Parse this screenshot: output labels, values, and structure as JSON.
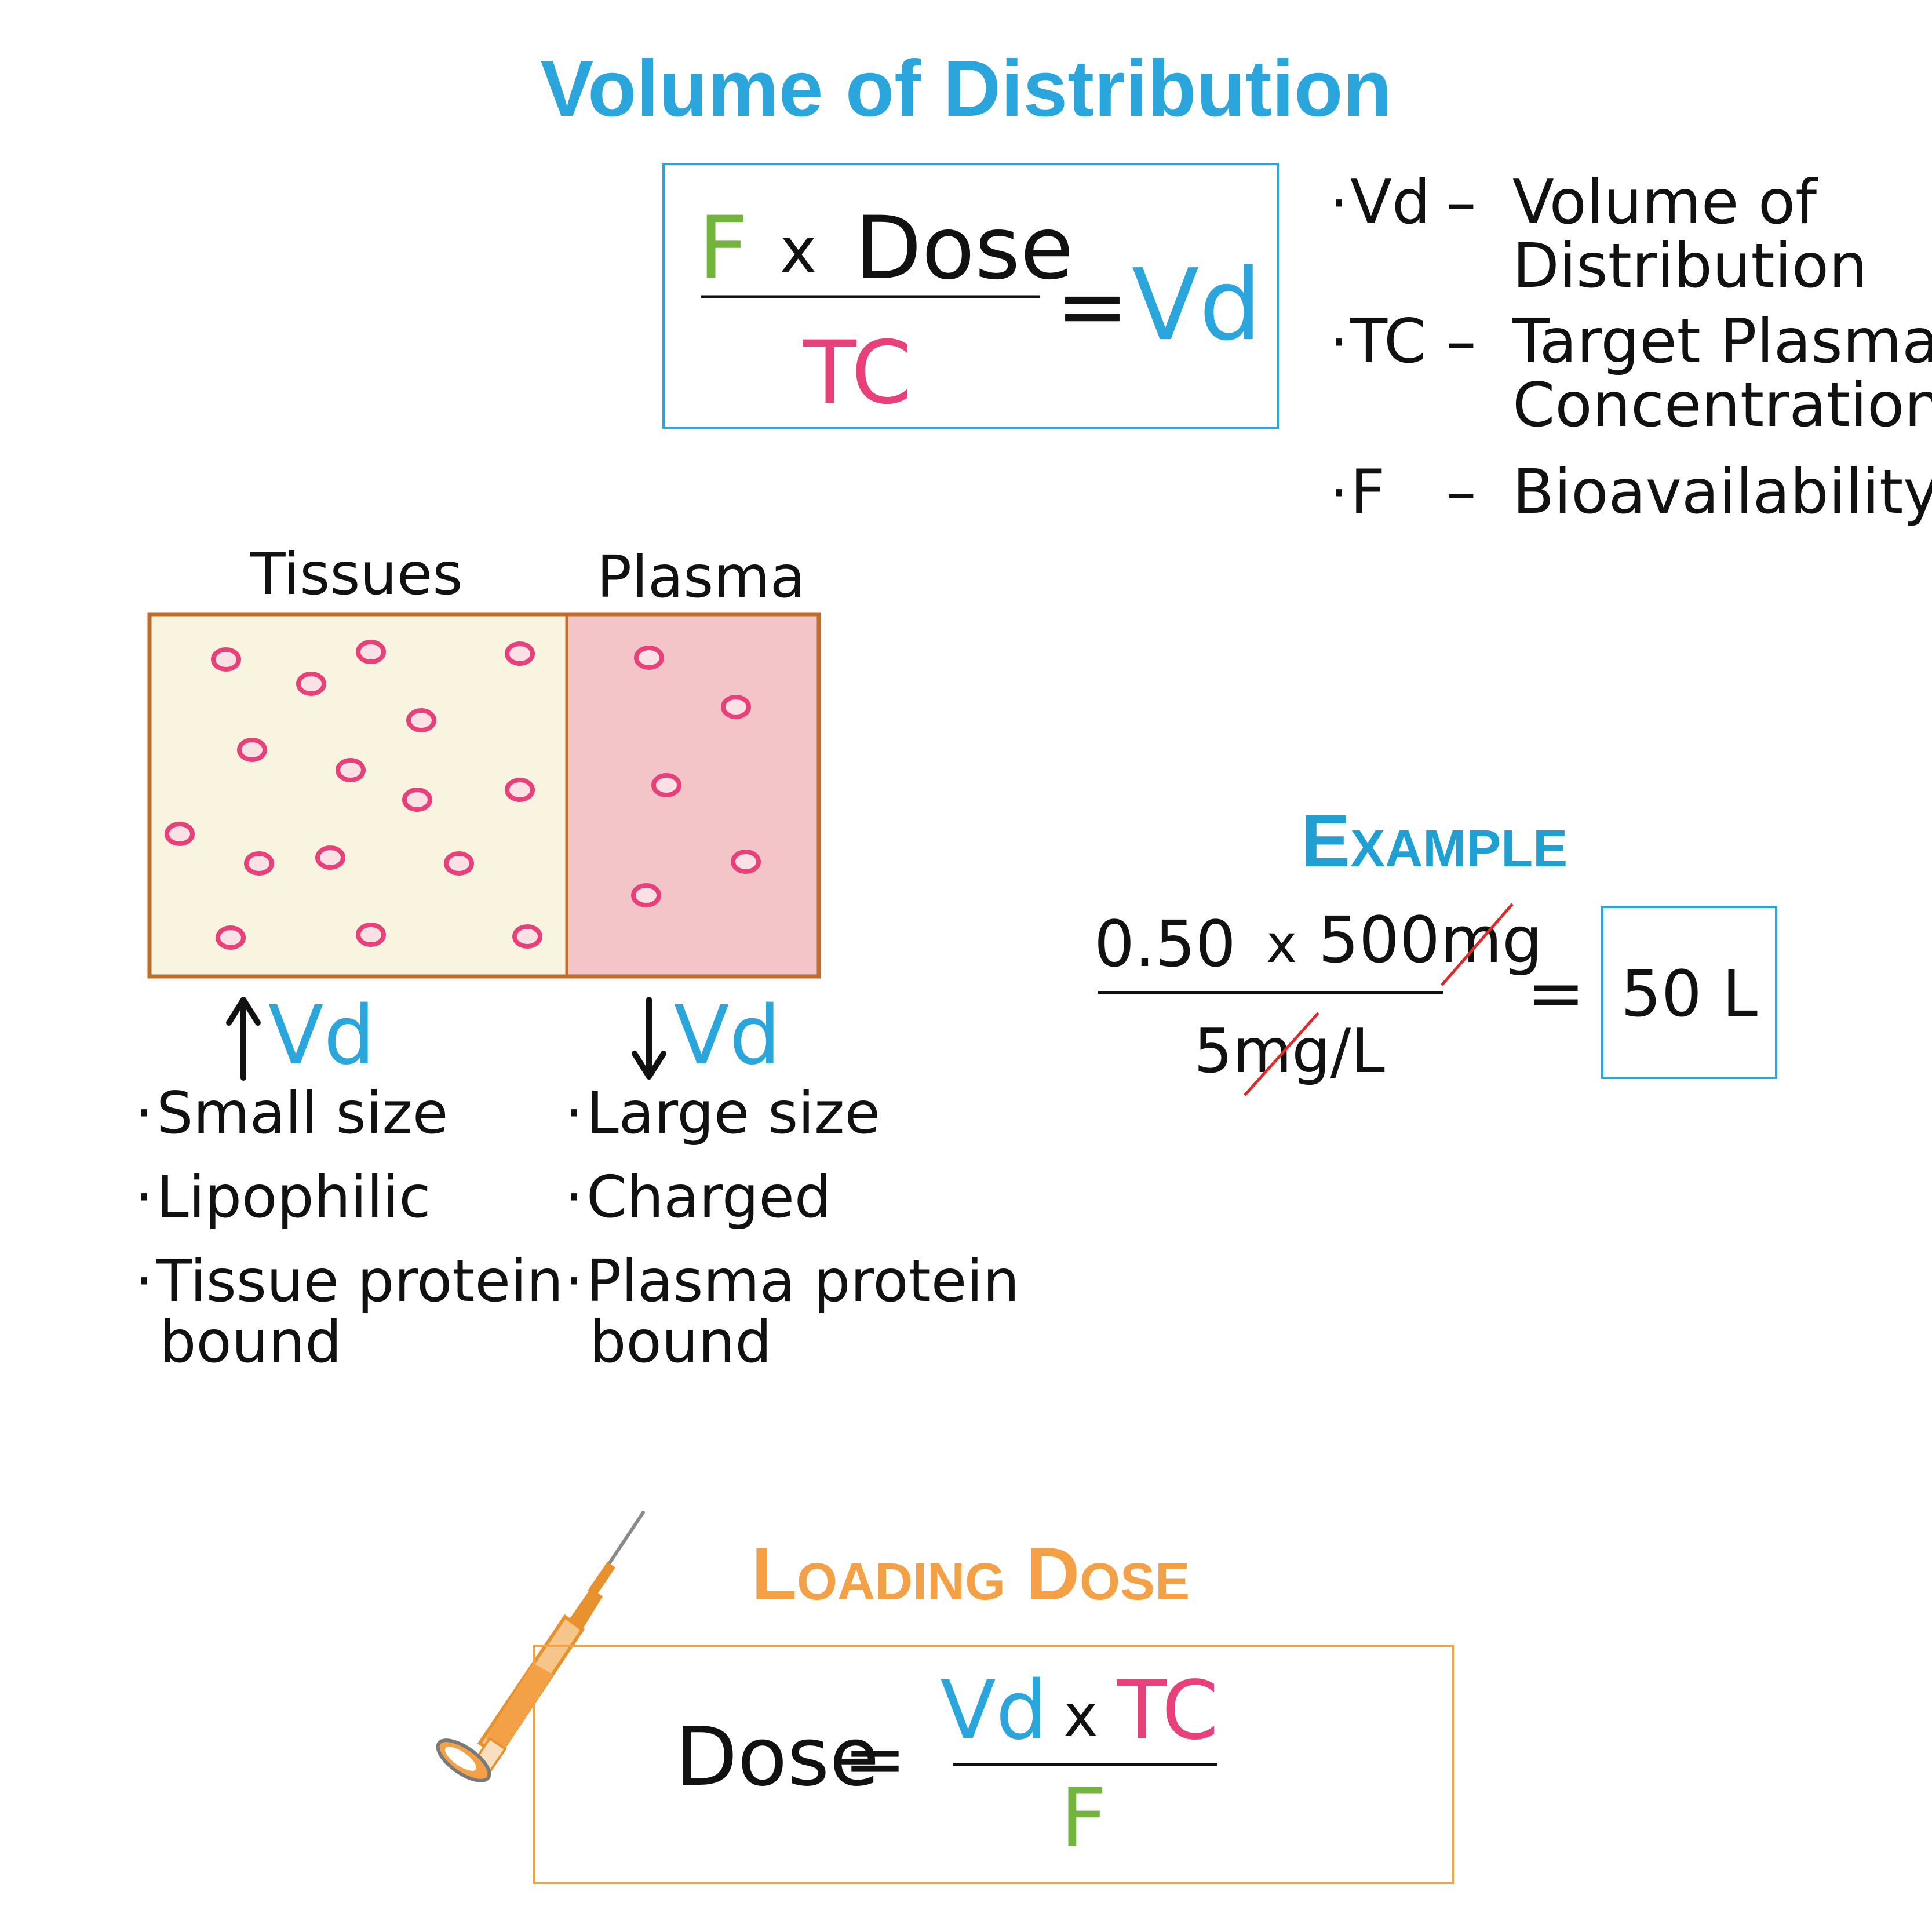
{
  "title": "Volume of Distribution",
  "formula": {
    "f": "F",
    "times": "x",
    "dose": "Dose",
    "tc": "TC",
    "equals": "=",
    "vd": "Vd"
  },
  "legend": [
    {
      "abbr": "Vd",
      "dash": "–",
      "lines": [
        "Volume of",
        "Distribution"
      ]
    },
    {
      "abbr": "TC",
      "dash": "–",
      "lines": [
        "Target Plasma",
        "Concentration"
      ]
    },
    {
      "abbr": "F",
      "dash": "–",
      "lines": [
        "Bioavailability"
      ]
    }
  ],
  "compartments": {
    "tissues_label": "Tissues",
    "plasma_label": "Plasma",
    "tissues_arrow": "↑",
    "tissues_vd": "Vd",
    "plasma_arrow": "↓",
    "plasma_vd": "Vd",
    "tissues_points": [
      "Small size",
      "Lipophilic",
      "Tissue protein",
      "bound"
    ],
    "plasma_points": [
      "Large size",
      "Charged",
      "Plasma protein",
      "bound"
    ]
  },
  "example": {
    "heading": "Example",
    "f_value": "0.50",
    "times": "x",
    "dose_value": "500mg",
    "tc_value": "5mg/L",
    "equals": "=",
    "result": "50 L"
  },
  "loading_dose": {
    "heading": "Loading Dose",
    "dose": "Dose",
    "equals": "=",
    "vd": "Vd",
    "times": "x",
    "tc": "TC",
    "f": "F"
  },
  "colors": {
    "blue": "#2aa6dc",
    "pink": "#e8407a",
    "green": "#72b43e",
    "orange": "#f4a046",
    "brown": "#bf6f2c",
    "tissue_fill": "#f8f4e0",
    "plasma_fill": "#f3c4c8",
    "red": "#e02a2a"
  }
}
